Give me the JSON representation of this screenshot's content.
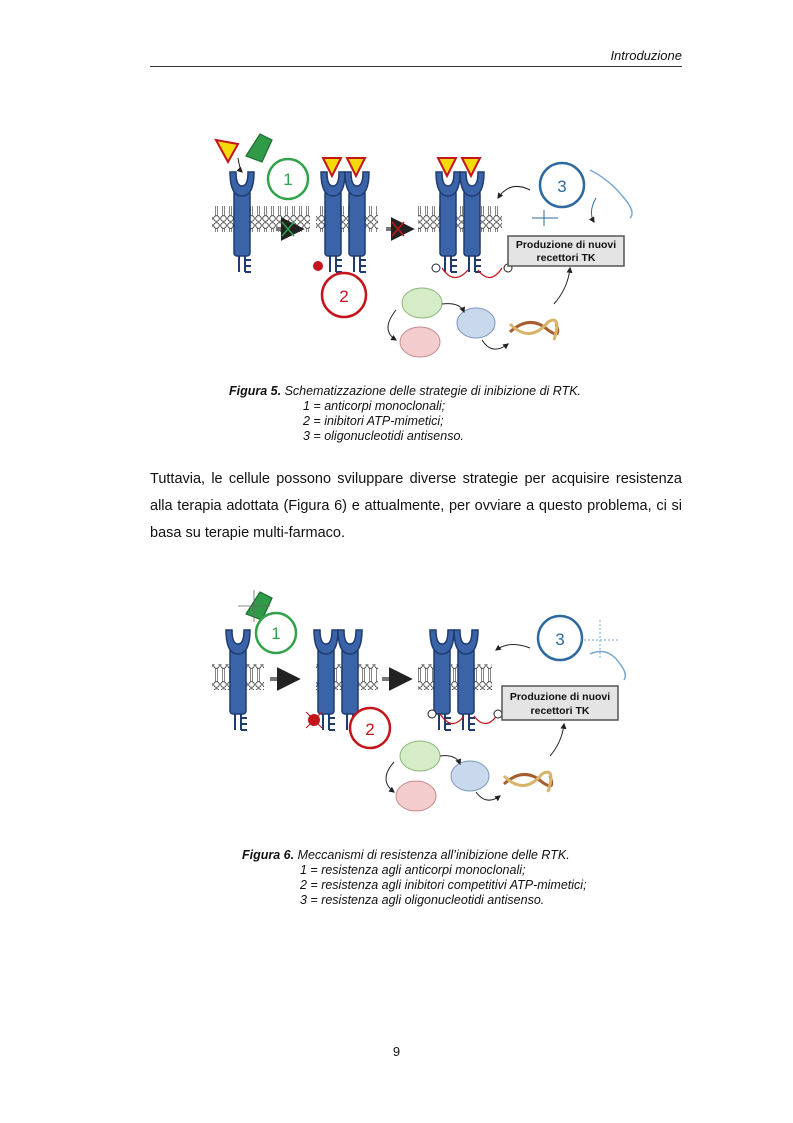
{
  "header": {
    "section": "Introduzione"
  },
  "figure5": {
    "label": "Figura 5.",
    "title": " Schematizzazione delle strategie di inibizione di RTK.",
    "items": [
      "1 = anticorpi monoclonali;",
      "2 = inibitori ATP-mimetici;",
      "3 = oligonucleotidi antisenso."
    ],
    "diagram": {
      "n1": "1",
      "n2": "2",
      "n3": "3",
      "box_line1": "Produzione di nuovi",
      "box_line2": "recettori TK"
    }
  },
  "paragraph": "Tuttavia, le cellule possono sviluppare diverse strategie per acquisire resistenza alla terapia adottata (Figura 6) e attualmente, per ovviare a questo problema, ci si basa su terapie multi-farmaco.",
  "figure6": {
    "label": "Figura 6.",
    "title": " Meccanismi di resistenza all’inibizione delle RTK.",
    "items": [
      "1 = resistenza agli anticorpi monoclonali;",
      "2 = resistenza agli inibitori competitivi ATP-mimetici;",
      "3 = resistenza agli oligonucleotidi antisenso."
    ],
    "diagram": {
      "n1": "1",
      "n2": "2",
      "n3": "3",
      "box_line1": "Produzione di nuovi",
      "box_line2": "recettori TK"
    }
  },
  "page_number": "9"
}
